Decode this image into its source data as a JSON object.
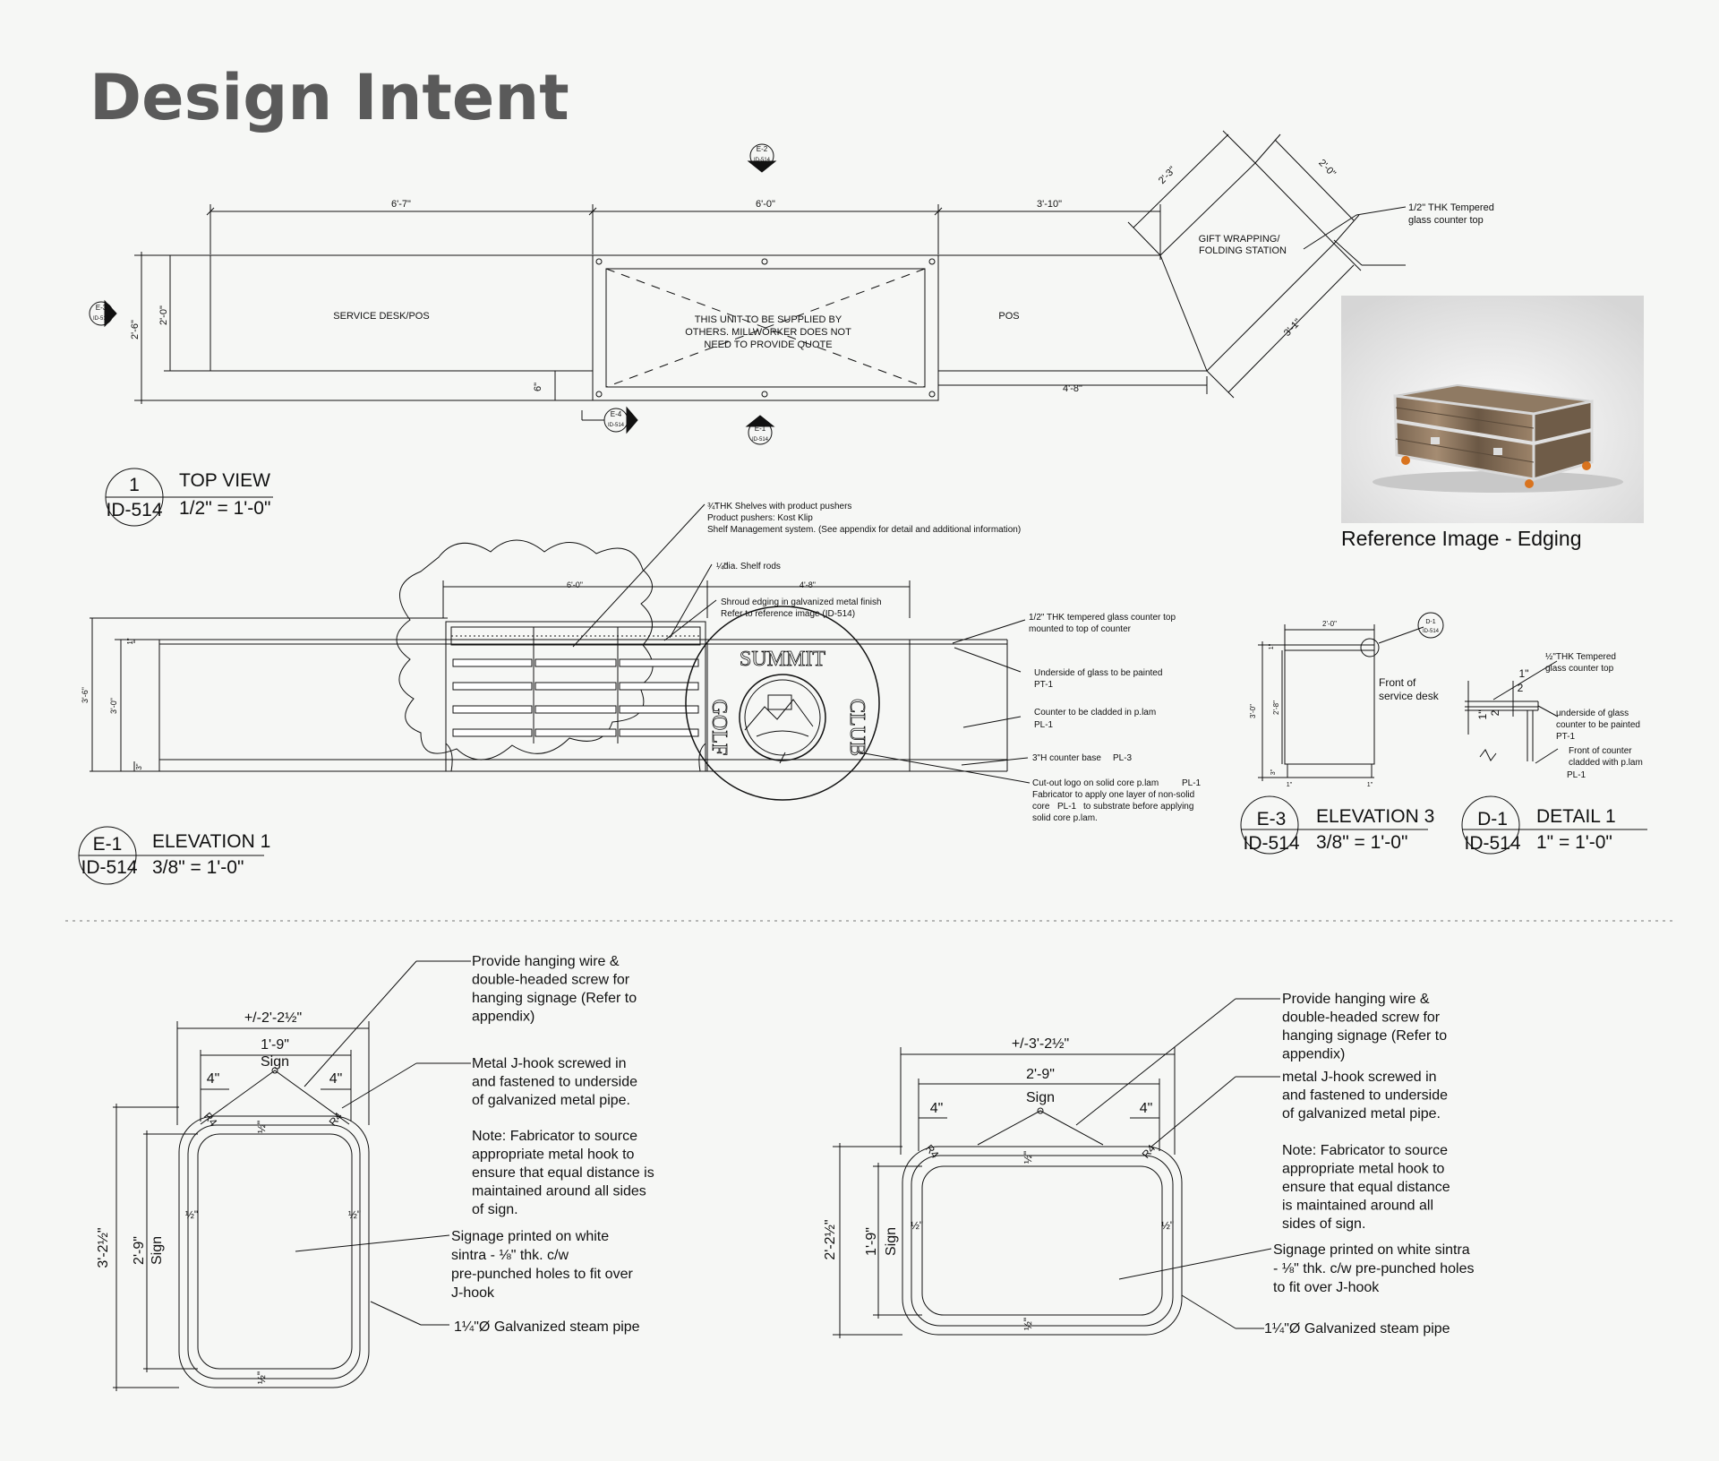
{
  "page_title": "Design Intent",
  "reference_caption": "Reference Image - Edging",
  "top_view": {
    "callout_number": "1",
    "callout_sheet": "ID-514",
    "title": "TOP VIEW",
    "scale": "1/2\" = 1'-0\"",
    "labels": {
      "service_desk": "SERVICE DESK/POS",
      "unit_note_1": "THIS UNIT TO BE SUPPLIED BY",
      "unit_note_2": "OTHERS. MILLWORKER DOES NOT",
      "unit_note_3": "NEED TO PROVIDE QUOTE",
      "pos": "POS",
      "gift_1": "GIFT WRAPPING/",
      "gift_2": "FOLDING STATION",
      "glass_1": "1/2\" THK Tempered",
      "glass_2": "glass counter top"
    },
    "dims": {
      "d1": "6'-7\"",
      "d2": "6'-0\"",
      "d3": "3'-10\"",
      "d4": "2'-3\"",
      "d5": "2'-0\"",
      "d6": "2'-0\"",
      "d7": "2'-6\"",
      "d8": "6\"",
      "d9": "4'-8\"",
      "d10": "3'-1\""
    },
    "markers": {
      "e2": "E-2",
      "e3": "E-3",
      "e4": "E-4",
      "e1": "E-1",
      "sheet": "ID-514"
    }
  },
  "elevation_1": {
    "callout_number": "E-1",
    "callout_sheet": "ID-514",
    "title": "ELEVATION 1",
    "scale": "3/8\" = 1'-0\"",
    "notes": {
      "shelves_1": "THK Shelves with product pushers",
      "shelves_frac": "¾\"",
      "shelves_2": "Product pushers: Kost Klip",
      "shelves_3": "Shelf Management system. (See appendix for detail and additional information)",
      "rods": "dia. Shelf rods",
      "rods_frac": "¼\"",
      "shroud_1": "Shroud edging in galvanized metal finish",
      "shroud_2": "Refer to reference image (ID-514)",
      "glass_1": "1/2\" THK tempered glass counter top",
      "glass_2": "mounted to top of counter",
      "paint_1": "Underside of glass to be painted",
      "paint_tag": "PT-1",
      "clad_1": "Counter to be cladded in p.lam",
      "clad_tag": "PL-1",
      "base_1": "3\"H counter base",
      "base_tag": "PL-3",
      "cut_1": "Cut-out logo on solid core p.lam",
      "cut_tag": "PL-1",
      "cut_2": "Fabricator to apply one layer of non-solid",
      "cut_3a": "core",
      "cut_3b": "to substrate before applying",
      "cut_4": "solid core p.lam."
    },
    "dims": {
      "w1": "6'-0\"",
      "w2": "4'-8\"",
      "h1": "3'-6\"",
      "h2": "3'-0\"",
      "h3": "1\"",
      "h4": "3\""
    },
    "logo": {
      "top": "SUMMIT",
      "left": "GOLF",
      "right": "CLUB"
    }
  },
  "elevation_3": {
    "callout_number": "E-3",
    "callout_sheet": "ID-514",
    "title": "ELEVATION 3",
    "scale": "3/8\" = 1'-0\"",
    "dims": {
      "w": "2'-0\"",
      "h1": "3'-0\"",
      "h2": "2'-8\"",
      "h3": "1\"",
      "h4": "3\"",
      "b1": "1\"",
      "b2": "1\""
    },
    "note_1": "Front of",
    "note_2": "service desk",
    "marker": "D-1",
    "marker_sheet": "ID-514"
  },
  "detail_1": {
    "callout_number": "D-1",
    "callout_sheet": "ID-514",
    "title": "DETAIL 1",
    "scale": "1\" = 1'-0\"",
    "notes": {
      "glass_1": "½\"THK Tempered",
      "glass_2": "glass counter top",
      "paint_1": "underside of glass",
      "paint_2": "counter to be painted",
      "paint_tag": "PT-1",
      "front_1": "Front of counter",
      "front_2": "cladded with p.lam",
      "front_tag": "PL-1"
    },
    "dims": {
      "d1": "1\"",
      "d2": "2",
      "d3": "1\"",
      "d4": "2"
    }
  },
  "sign_left": {
    "overall_w": "+/-2'-2½\"",
    "sign_w": "1'-9\"",
    "sign_label": "Sign",
    "sign_h": "2'-9\"",
    "overall_h": "3'-2½\"",
    "gap": "4\"",
    "radius": "R4",
    "half": "½\"",
    "note_wire": [
      "Provide hanging wire &",
      "double-headed screw for",
      "hanging signage (Refer to",
      "appendix)"
    ],
    "note_hook": [
      "Metal J-hook screwed in",
      "and fastened to underside",
      "of galvanized metal pipe."
    ],
    "note_source": [
      "Note: Fabricator to source",
      "appropriate metal hook to",
      "ensure that equal distance is",
      "maintained around all sides",
      "of sign."
    ],
    "note_sintra": [
      "Signage printed on white",
      "sintra - ⅛\" thk. c/w",
      "pre-punched holes to fit over",
      "J-hook"
    ],
    "note_pipe": "1¼\"Ø Galvanized steam pipe"
  },
  "sign_right": {
    "overall_w": "+/-3'-2½\"",
    "sign_w": "2'-9\"",
    "sign_label": "Sign",
    "sign_h": "1'-9\"",
    "overall_h": "2'-2½\"",
    "gap": "4\"",
    "radius": "R4",
    "half": "½\"",
    "note_wire": [
      "Provide hanging wire &",
      "double-headed screw for",
      "hanging signage (Refer to",
      "appendix)"
    ],
    "note_hook": [
      "metal J-hook screwed in",
      "and fastened to underside",
      "of galvanized metal pipe."
    ],
    "note_source": [
      "Note: Fabricator to source",
      "appropriate metal hook to",
      "ensure that equal distance",
      "is maintained around all",
      "sides of sign."
    ],
    "note_sintra": [
      "Signage printed on white sintra",
      "- ⅛\" thk. c/w pre-punched holes",
      "to fit over J-hook"
    ],
    "note_pipe": "1¼\"Ø Galvanized steam pipe"
  }
}
